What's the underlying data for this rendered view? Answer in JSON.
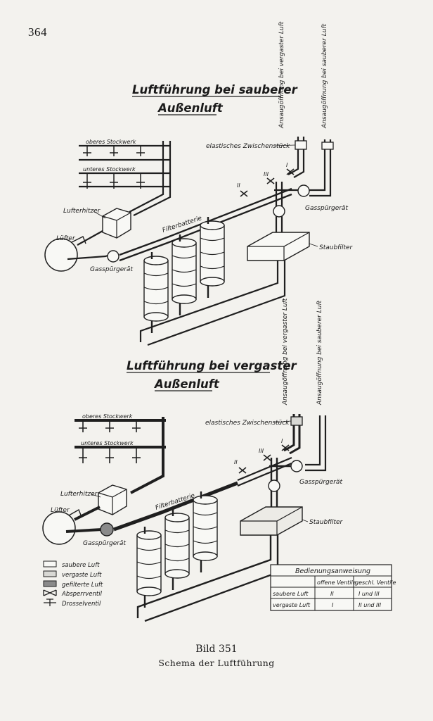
{
  "page_number": "364",
  "top": {
    "title_line1": "Luftführung bei sauberer",
    "title_line2": "Außenluft",
    "intake_dirty": "Ansaugöffnung bei vergaster Luft",
    "intake_clean": "Ansaugöffnung bei sauberer Luft",
    "elastic_piece": "elastisches Zwischenstück",
    "upper_floor": "oberes Stockwerk",
    "lower_floor": "unteres Stockwerk",
    "heater": "Lufterhitzer",
    "fan": "Lüfter",
    "gas_detector_left": "Gasspürgerät",
    "gas_detector_right": "Gasspürgerät",
    "filter_battery": "Filterbatterie",
    "dust_filter": "Staubfilter",
    "valve_1": "I",
    "valve_2": "II",
    "valve_3": "III"
  },
  "bottom": {
    "title_line1": "Luftführung bei vergaster",
    "title_line2": "Außenluft",
    "intake_dirty": "Ansaugöffnung bei vergaster Luft",
    "intake_clean": "Ansaugöffnung bei sauberer Luft",
    "elastic_piece": "elastisches Zwischenstück",
    "upper_floor": "oberes Stockwerk",
    "lower_floor": "unteres Stockwerk",
    "heater": "Lufterhitzer",
    "fan": "Lüfter",
    "gas_detector_left": "Gasspürgerät",
    "gas_detector_right": "Gasspürgerät",
    "filter_battery": "Filterbatterie",
    "dust_filter": "Staubfilter",
    "valve_1": "I",
    "valve_2": "II",
    "valve_3": "III"
  },
  "legend": [
    {
      "label": "saubere Luft",
      "symbol": "clean"
    },
    {
      "label": "vergaste Luft",
      "symbol": "gassed"
    },
    {
      "label": "gefilterte Luft",
      "symbol": "filtered"
    },
    {
      "label": "Absperrventil",
      "symbol": "shutoff"
    },
    {
      "label": "Drosselventil",
      "symbol": "throttle"
    }
  ],
  "instructions": {
    "title": "Bedienungsanweisung",
    "headers": [
      "",
      "offene Ventile",
      "geschl. Ventile"
    ],
    "rows": [
      [
        "saubere Luft",
        "II",
        "I und III"
      ],
      [
        "vergaste Luft",
        "I",
        "II und III"
      ]
    ]
  },
  "caption": {
    "bild": "Bild 351",
    "text": "Schema der Luftführung"
  },
  "colors": {
    "paper": "#f3f2ee",
    "ink": "#1f1f1f",
    "gassed_pipe": "#6e6e6e",
    "filtered_fill": "#9a9a9a"
  }
}
